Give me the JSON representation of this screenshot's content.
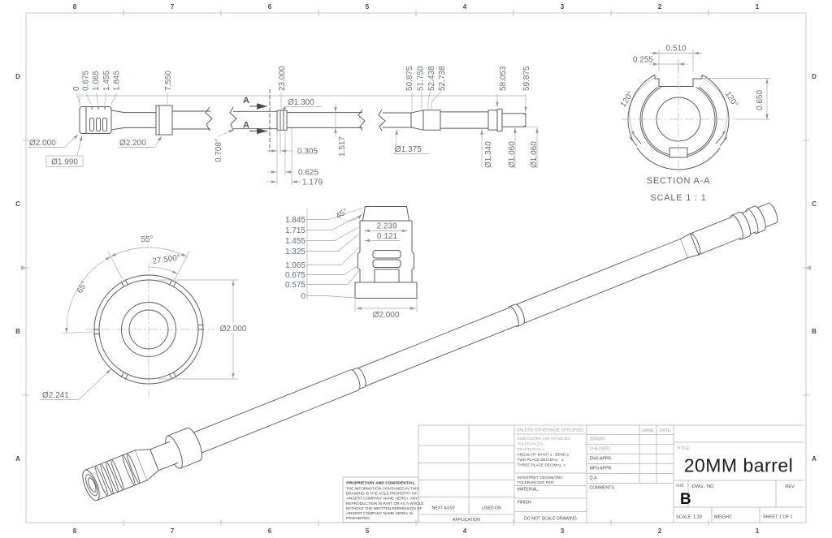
{
  "sheet": {
    "zone_cols": [
      "8",
      "7",
      "6",
      "5",
      "4",
      "3",
      "2",
      "1"
    ],
    "zone_rows": [
      "D",
      "C",
      "B",
      "A"
    ]
  },
  "side_view": {
    "ord_0": "0",
    "ord_0675": "0.675",
    "ord_1065": "1.065",
    "ord_1455": "1.455",
    "ord_1845": "1.845",
    "ord_7550": "7.550",
    "ord_23000": "23.000",
    "ord_50875": "50.875",
    "ord_51750": "51.750",
    "ord_52438": "52.438",
    "ord_52738": "52.738",
    "ord_58053": "58.053",
    "ord_59875": "59.875",
    "dia_2000": "Ø2.000",
    "dia_1990": "Ø1.990",
    "dia_2200": "Ø2.200",
    "ang_0708": "0.708°",
    "dia_1300": "Ø1.300",
    "dim_0305": "0.305",
    "dim_1517": "1.517",
    "dim_0625": "0.625",
    "dim_1179": "1.179",
    "dia_1375": "Ø1.375",
    "dia_1340": "Ø1.340",
    "dia_1060_a": "Ø1.060",
    "dia_1060_b": "Ø1.060",
    "cut_label_top": "A",
    "cut_label_bottom": "A"
  },
  "section_view": {
    "dim_0510": "0.510",
    "dim_0255": "0.255",
    "ang_left": "120°",
    "ang_right": "120°",
    "dim_0650": "0.650",
    "label": "SECTION A-A",
    "scale": "SCALE 1 : 1"
  },
  "front_view": {
    "ang_55": "55°",
    "ang_27500": "27.500°",
    "ang_65": "65°",
    "dia_2000": "Ø2.000",
    "dia_2241": "Ø2.241"
  },
  "detail_view": {
    "stack": [
      "1.845",
      "1.715",
      "1.455",
      "1.325",
      "1.065",
      "0.675",
      "0.575",
      "0"
    ],
    "ang_45": "45°",
    "dim_2239": "2.239",
    "dim_0121": "0.121",
    "dia_2000": "Ø2.000"
  },
  "title_block": {
    "unless": "UNLESS OTHERWISE SPECIFIED:",
    "tol": [
      "DIMENSIONS ARE IN INCHES",
      "TOLERANCES:",
      "FRACTIONAL ±",
      "ANGULAR: MACH ±   BEND ±",
      "TWO PLACE DECIMAL    ±",
      "THREE PLACE DECIMAL  ±"
    ],
    "interpret_1": "INTERPRET GEOMETRIC",
    "interpret_2": "TOLERANCING PER:",
    "material": "MATERIAL",
    "finish": "FINISH",
    "do_not_scale": "DO NOT SCALE DRAWING",
    "next_assy": "NEXT ASSY",
    "used_on": "USED ON",
    "application": "APPLICATION",
    "col_name": "NAME",
    "col_date": "DATE",
    "approvals": [
      "DRAWN",
      "CHECKED",
      "ENG APPR.",
      "MFG APPR.",
      "Q.A.",
      "COMMENTS:"
    ],
    "title_label": "TITLE:",
    "title": "20MM barrel",
    "size_label": "SIZE",
    "size": "B",
    "dwg_label": "DWG.  NO.",
    "rev_label": "REV",
    "scale_label": "SCALE: 1:20",
    "weight_label": "WEIGHT:",
    "sheet_label": "SHEET 1 OF 1",
    "proprietary_title": "PROPRIETARY AND CONFIDENTIAL",
    "proprietary_lines": [
      "THE INFORMATION CONTAINED IN THIS",
      "DRAWING IS THE SOLE PROPERTY OF",
      "<INSERT COMPANY NAME HERE>.  ANY",
      "REPRODUCTION IN PART OR AS A WHOLE",
      "WITHOUT THE WRITTEN PERMISSION OF",
      "<INSERT COMPANY NAME HERE> IS",
      "PROHIBITED."
    ]
  }
}
